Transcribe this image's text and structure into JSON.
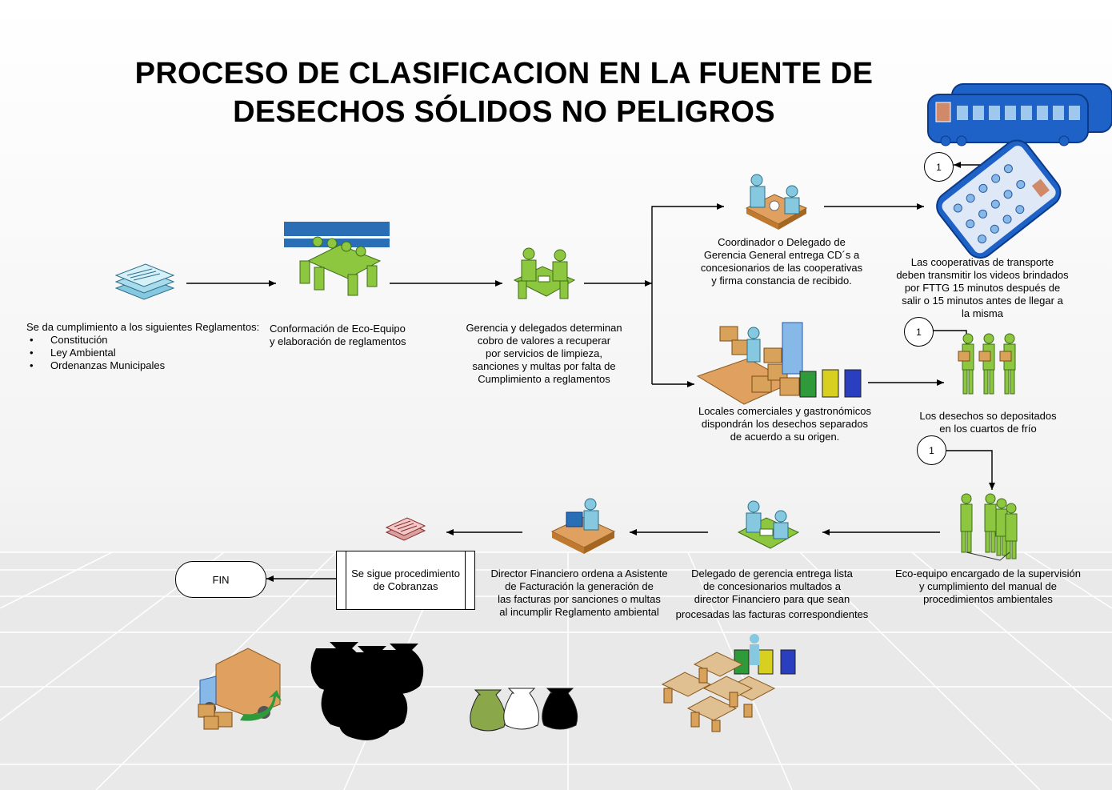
{
  "title": {
    "line1": "PROCESO DE CLASIFICACION EN LA FUENTE DE",
    "line2": "DESECHOS SÓLIDOS NO PELIGROS"
  },
  "regulations": {
    "intro": "Se da cumplimiento a los siguientes Reglamentos:",
    "items": [
      "Constitución",
      "Ley Ambiental",
      "Ordenanzas Municipales"
    ]
  },
  "steps": {
    "eco_team": {
      "line1": "Conformación de Eco-Equipo",
      "line2": "y elaboración de reglamentos"
    },
    "management": {
      "line1": "Gerencia y delegados determinan",
      "line2": "cobro de valores a recuperar",
      "line3": "por servicios de limpieza,",
      "line4": "sanciones y multas por falta de",
      "line5": "Cumplimiento  a reglamentos"
    },
    "coordinator": {
      "line1": "Coordinador o Delegado de",
      "line2": "Gerencia General  entrega CD´s a",
      "line3": "concesionarios de las cooperativas",
      "line4": "y firma constancia de recibido."
    },
    "cooperatives": {
      "line1": "Las cooperativas de transporte",
      "line2": "deben transmitir los videos brindados",
      "line3": "por FTTG 15 minutos después de",
      "line4": "salir  o 15 minutos antes de llegar a",
      "line5": "la misma"
    },
    "locales": {
      "line1": "Locales comerciales y gastronómicos",
      "line2": "dispondrán los desechos separados",
      "line3": "de acuerdo a su origen."
    },
    "deposit": {
      "line1": "Los desechos so depositados",
      "line2": "en los cuartos de frío"
    },
    "supervision": {
      "line1": "Eco-equipo encargado de la supervisión",
      "line2": "y cumplimiento del manual de",
      "line3": "procedimientos ambientales"
    },
    "delegate_list": {
      "line1": "Delegado de gerencia entrega lista",
      "line2": "de concesionarios multados a",
      "line3": "director Financiero para que sean",
      "line4": "procesadas las facturas correspondientes"
    },
    "director": {
      "line1": "Director Financiero ordena a Asistente",
      "line2": "de Facturación la generación de",
      "line3": "las facturas por sanciones o multas",
      "line4": "al incumplir Reglamento ambiental"
    },
    "collections": "Se sigue procedimiento de Cobranzas",
    "end": "FIN"
  },
  "connectors": {
    "c1": "1",
    "c2": "1",
    "c3": "1"
  },
  "colors": {
    "people_green": "#8dc63f",
    "people_dark": "#4e8a1e",
    "bus_blue": "#1e62c8",
    "box_orange": "#d9a25a",
    "bin_green": "#2e9a3a",
    "bin_yellow": "#d8d020",
    "bin_blue": "#2a3fc0",
    "paper_blue": "#86c8df",
    "paper_red": "#d9a0a0"
  }
}
